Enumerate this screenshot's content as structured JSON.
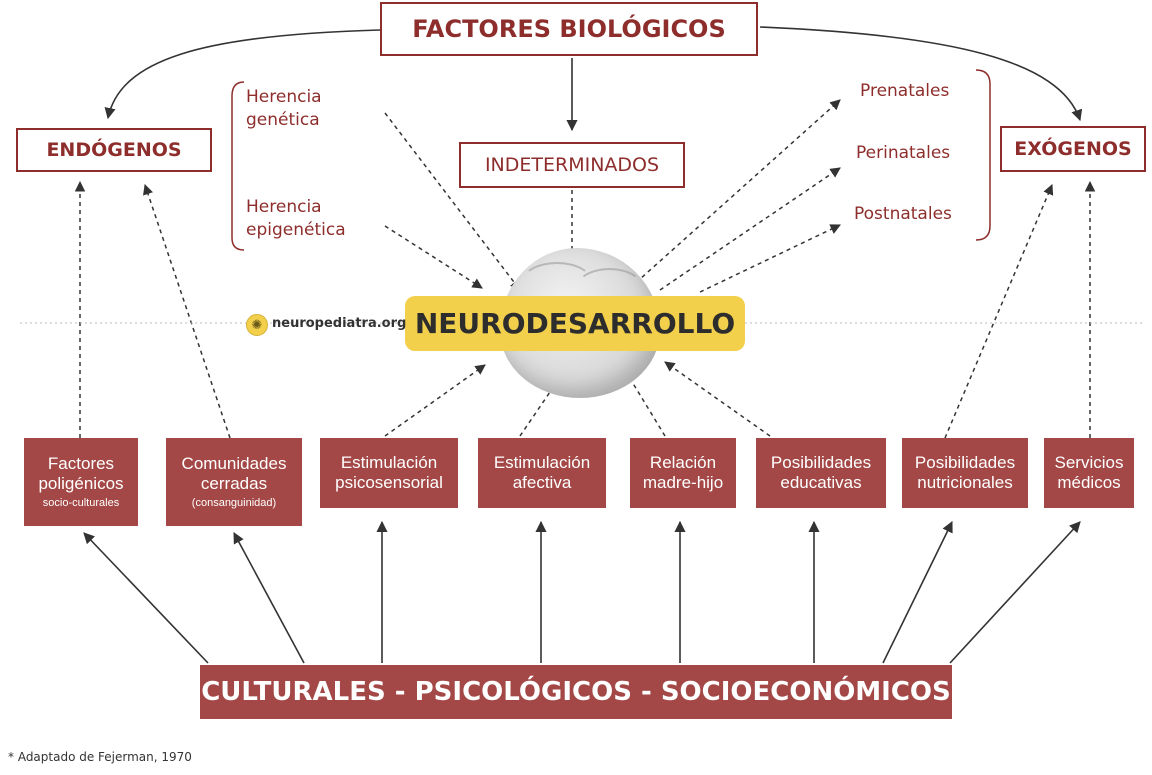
{
  "top": {
    "title": "FACTORES BIOLÓGICOS"
  },
  "left_category": "ENDÓGENOS",
  "right_category": "EXÓGENOS",
  "middle_category": "INDETERMINADOS",
  "left_labels": {
    "herencia_genetica": [
      "Herencia",
      "genética"
    ],
    "herencia_epigenetica": [
      "Herencia",
      "epigenética"
    ]
  },
  "right_labels": [
    "Prenatales",
    "Perinatales",
    "Postnatales"
  ],
  "center": {
    "label": "NEURODESARROLLO"
  },
  "logo": {
    "text": "neuropediatra.org",
    "icon": "brain-icon"
  },
  "factors": [
    {
      "lines": [
        "Factores",
        "poligénicos"
      ],
      "small": "socio-culturales"
    },
    {
      "lines": [
        "Comunidades",
        "cerradas"
      ],
      "small": "(consanguinidad)"
    },
    {
      "lines": [
        "Estimulación",
        "psicosensorial"
      ],
      "small": ""
    },
    {
      "lines": [
        "Estimulación",
        "afectiva"
      ],
      "small": ""
    },
    {
      "lines": [
        "Relación",
        "madre-hijo"
      ],
      "small": ""
    },
    {
      "lines": [
        "Posibilidades",
        "educativas"
      ],
      "small": ""
    },
    {
      "lines": [
        "Posibilidades",
        "nutricionales"
      ],
      "small": ""
    },
    {
      "lines": [
        "Servicios",
        "médicos"
      ],
      "small": ""
    }
  ],
  "bottom": {
    "label": "CULTURALES - PSICOLÓGICOS - SOCIOECONÓMICOS"
  },
  "footnote": "* Adaptado de Fejerman, 1970",
  "colors": {
    "accent": "#8e2e2c",
    "box_fill": "#a34846",
    "highlight": "#f2d04b"
  }
}
